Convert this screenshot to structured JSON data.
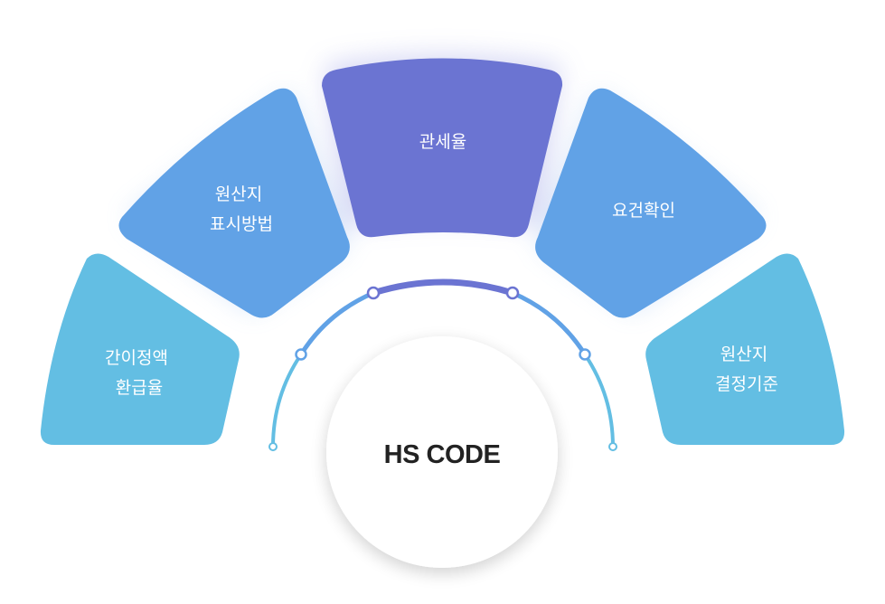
{
  "center": {
    "label": "HS CODE"
  },
  "segments": [
    {
      "id": "tariff-rate",
      "lines": [
        "관세율"
      ],
      "color": "#6B74D2"
    },
    {
      "id": "origin-marking",
      "lines": [
        "원산지",
        "표시방법"
      ],
      "color": "#61A2E6"
    },
    {
      "id": "requirement-check",
      "lines": [
        "요건확인"
      ],
      "color": "#61A2E6"
    },
    {
      "id": "simplified-refund",
      "lines": [
        "간이정액",
        "환급율"
      ],
      "color": "#63BEE3"
    },
    {
      "id": "origin-criteria",
      "lines": [
        "원산지",
        "결정기준"
      ],
      "color": "#63BEE3"
    }
  ],
  "arc": {
    "color_top": "#6B74D2",
    "color_mid": "#61A2E6",
    "color_bottom": "#63BEE3"
  }
}
